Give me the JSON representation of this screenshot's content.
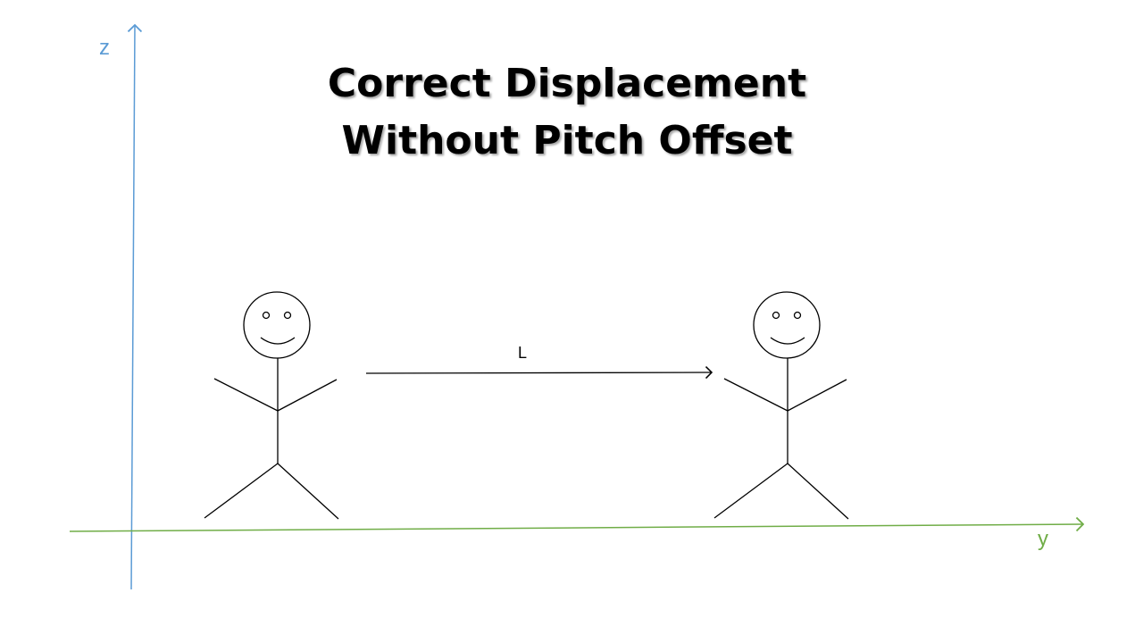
{
  "title": {
    "line1": "Correct Displacement",
    "line2": "Without Pitch Offset"
  },
  "axes": {
    "z_label": "z",
    "y_label": "y",
    "z_color": "#5b9bd5",
    "y_color": "#70ad47"
  },
  "displacement": {
    "label": "L"
  },
  "figures": [
    {
      "name": "stick-figure-start"
    },
    {
      "name": "stick-figure-end"
    }
  ]
}
